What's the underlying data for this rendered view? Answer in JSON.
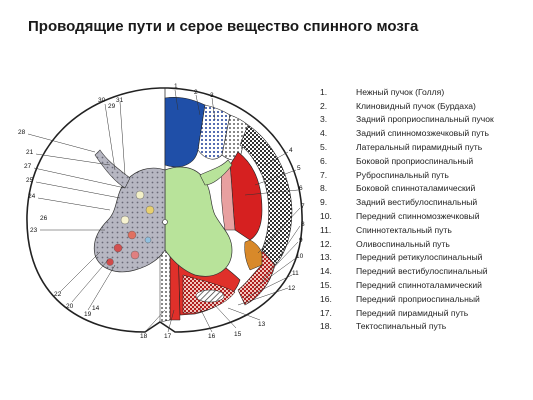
{
  "title": "Проводящие пути и серое вещество спинного мозга",
  "legend": [
    {
      "num": "1.",
      "label": "Нежный пучок (Голля)"
    },
    {
      "num": "2.",
      "label": "Клиновидный пучок (Бурдаха)"
    },
    {
      "num": "3.",
      "label": "Задний проприоспинальный пучок"
    },
    {
      "num": "4.",
      "label": "Задний спинномозжечковый путь"
    },
    {
      "num": "5.",
      "label": "Латеральный пирамидный путь"
    },
    {
      "num": "6.",
      "label": "Боковой проприоспинальный"
    },
    {
      "num": "7.",
      "label": "Руброспинальный путь"
    },
    {
      "num": "8.",
      "label": "Боковой спинноталамический"
    },
    {
      "num": "9.",
      "label": "Задний вестибулоспинальный"
    },
    {
      "num": "10.",
      "label": "Передний спинномозжечковый"
    },
    {
      "num": "11.",
      "label": "Спиннотектальный путь"
    },
    {
      "num": "12.",
      "label": "Оливоспинальный путь"
    },
    {
      "num": "13.",
      "label": "Передний ретикулоспинальный"
    },
    {
      "num": "14.",
      "label": "Передний вестибулоспинальный"
    },
    {
      "num": "15.",
      "label": "Передний спинноталамический"
    },
    {
      "num": "16.",
      "label": "Передний проприоспинальный"
    },
    {
      "num": "17.",
      "label": "Передний пирамидный путь"
    },
    {
      "num": "18.",
      "label": "Тектоспинальный путь"
    }
  ],
  "diagram_labels": {
    "l1": "1",
    "l2": "2",
    "l3": "3",
    "l4": "4",
    "l5": "5",
    "l6": "6",
    "l7": "7",
    "l8": "8",
    "l9": "9",
    "l10": "10",
    "l11": "11",
    "l12": "12",
    "l13": "13",
    "l14": "14",
    "l15": "15",
    "l16": "16",
    "l17": "17",
    "l18": "18",
    "l19": "19",
    "l20": "20",
    "l21": "21",
    "l22": "22",
    "l23": "23",
    "l24": "24",
    "l25": "25",
    "l26": "26",
    "l27": "27",
    "l28": "28",
    "l29": "29",
    "l30": "30",
    "l31": "31"
  },
  "colors": {
    "gracile": "#1f4fa8",
    "pyramidal": "#d62020",
    "gray_matter": "#b8e39a",
    "anterior_red": "#e0302a",
    "pink": "#e8a0a0",
    "orange": "#d8892a"
  }
}
